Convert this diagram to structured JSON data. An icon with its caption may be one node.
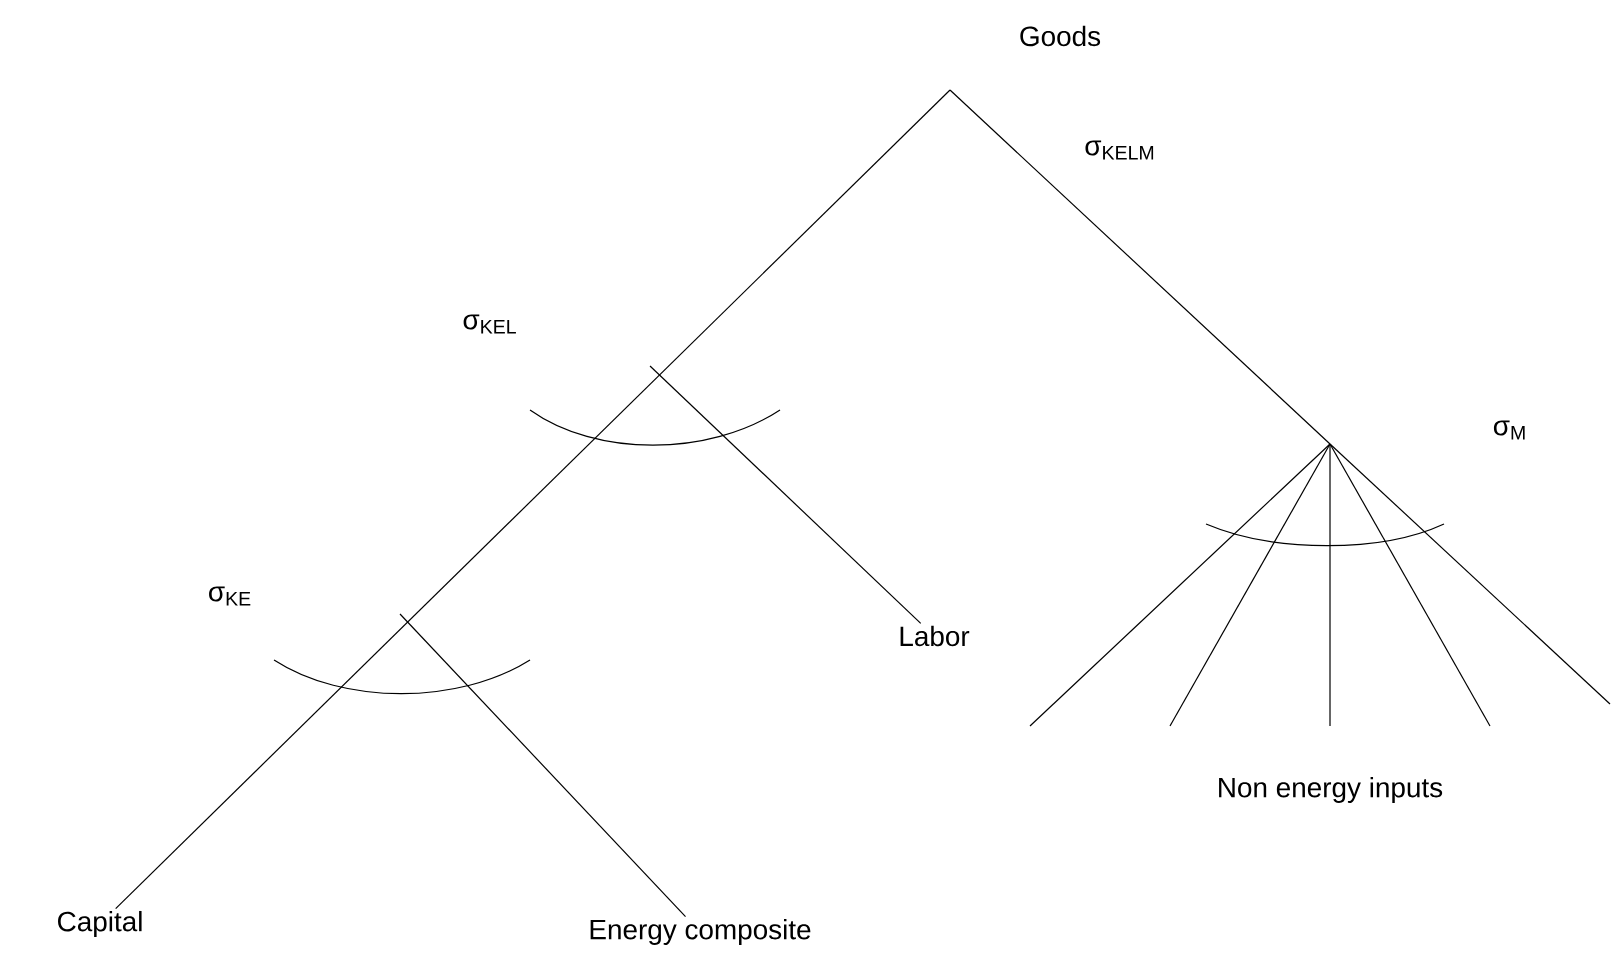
{
  "diagram": {
    "nodes": [
      {
        "text": [
          "Goods"
        ]
      },
      {
        "text": [
          "Capital"
        ]
      },
      {
        "text": [
          "Labor"
        ]
      },
      {
        "text": [
          "Energy composite"
        ]
      },
      {
        "text": [
          "Non energy inputs"
        ]
      }
    ],
    "edges": [
      {
        "from": null,
        "to": 1,
        "arrow": "none"
      },
      {
        "from": null,
        "to": 3,
        "arrow": "none"
      },
      {
        "from": null,
        "to": 2,
        "arrow": "none"
      }
    ],
    "labels": [
      "σ$_{KELM}$",
      "σ$_{KEL}$",
      "σ$_{M}$",
      "σ$_{KE}$"
    ]
  }
}
